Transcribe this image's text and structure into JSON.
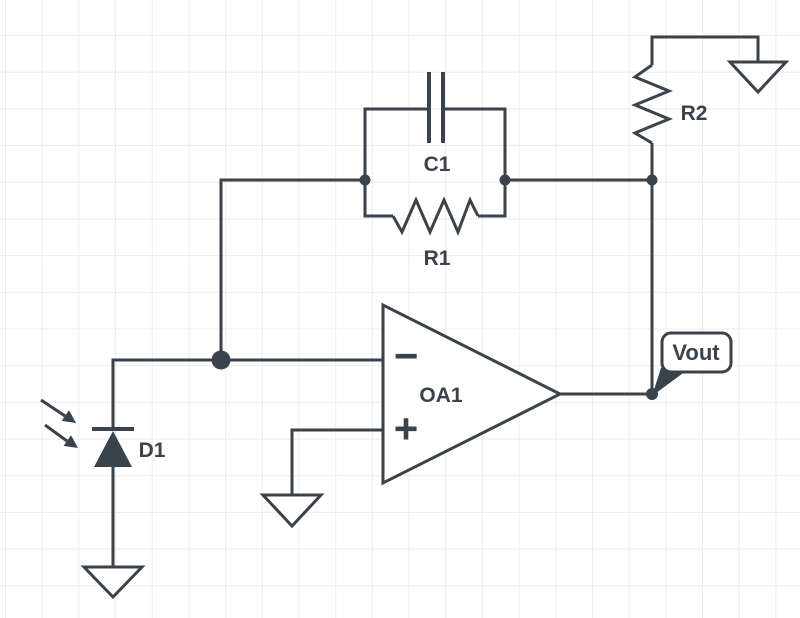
{
  "schematic": {
    "colors": {
      "background": "#ffffff",
      "grid": "#ececec",
      "stroke": "#3a424b",
      "component_fill": "#ffffff"
    },
    "components": {
      "photodiode_d1": {
        "label": "D1"
      },
      "opamp_oa1": {
        "label": "OA1",
        "inverting_input_symbol": "−",
        "non_inverting_input_symbol": "+"
      },
      "resistor_r1": {
        "label": "R1"
      },
      "capacitor_c1": {
        "label": "C1"
      },
      "resistor_r2": {
        "label": "R2"
      },
      "output_net": {
        "label": "Vout"
      }
    }
  }
}
